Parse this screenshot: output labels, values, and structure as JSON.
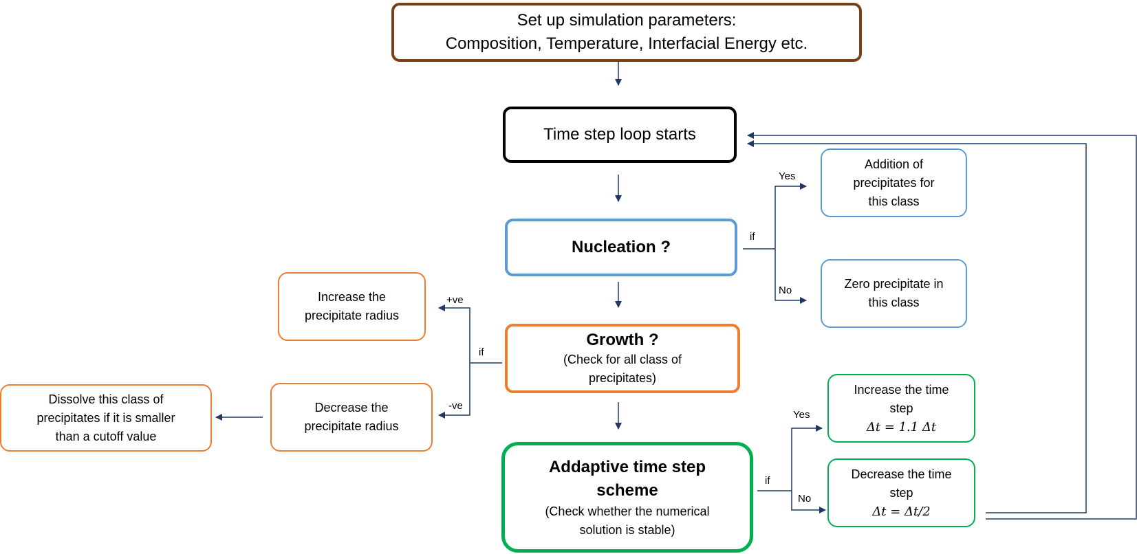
{
  "boxes": {
    "setup": {
      "line1": "Set up simulation parameters:",
      "line2": "Composition, Temperature, Interfacial Energy etc."
    },
    "loop": {
      "label": "Time step loop starts"
    },
    "nucleation": {
      "label": "Nucleation ?"
    },
    "growth": {
      "title": "Growth ?",
      "line1": "(Check for all class of",
      "line2": "precipitates)"
    },
    "adaptive": {
      "title_line1": "Addaptive time step",
      "title_line2": "scheme",
      "line1": "(Check whether the numerical",
      "line2": "solution is stable)"
    },
    "addition": {
      "line1": "Addition of",
      "line2": "precipitates for",
      "line3": "this class"
    },
    "zero": {
      "line1": "Zero precipitate in",
      "line2": "this class"
    },
    "increase_radius": {
      "line1": "Increase the",
      "line2": "precipitate radius"
    },
    "decrease_radius": {
      "line1": "Decrease the",
      "line2": "precipitate radius"
    },
    "dissolve": {
      "line1": "Dissolve this class of",
      "line2": "precipitates if it is smaller",
      "line3": "than a cutoff value"
    },
    "increase_step": {
      "line1": "Increase the time",
      "line2": "step",
      "formula": "Δt = 1.1 Δt"
    },
    "decrease_step": {
      "line1": "Decrease the time",
      "line2": "step",
      "formula": "Δt = Δt/2"
    }
  },
  "labels": {
    "nucleation_if": "if",
    "nucleation_yes": "Yes",
    "nucleation_no": "No",
    "growth_if": "if",
    "growth_pos": "+ve",
    "growth_neg": "-ve",
    "adaptive_if": "if",
    "adaptive_yes": "Yes",
    "adaptive_no": "No"
  },
  "colors": {
    "arrow": "#1f3864",
    "setup_border": "#7b3f17",
    "loop_border": "#000000",
    "nucleation_border": "#5b9bd5",
    "growth_border": "#ed7d31",
    "adaptive_border": "#00b050"
  }
}
